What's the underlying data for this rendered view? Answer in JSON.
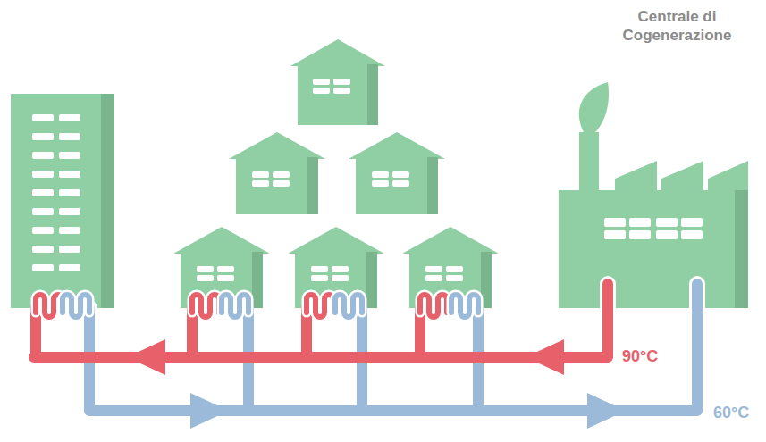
{
  "diagram": {
    "nodes": [
      {
        "text": [
          "Centrale di Cogenerazione"
        ]
      }
    ],
    "labels": [
      "90°C",
      "60°C"
    ]
  }
}
